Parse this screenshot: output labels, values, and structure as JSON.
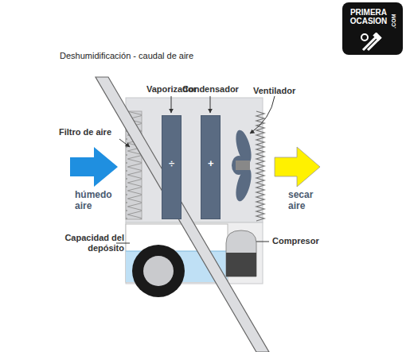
{
  "diagram": {
    "title": "Deshumidificación - caudal de aire",
    "nodes": [
      {
        "text": [
          "Vaporizador",
          "÷"
        ]
      },
      {
        "text": [
          "Condensador",
          "+"
        ]
      },
      {
        "text": [
          "PRIMERA OCASION",
          ".COM"
        ]
      }
    ],
    "labels": [
      "Ventilador",
      "Filtro de aire",
      "húmedo aire",
      "secar aire",
      "Capacidad del depósito",
      "Compresor"
    ]
  }
}
